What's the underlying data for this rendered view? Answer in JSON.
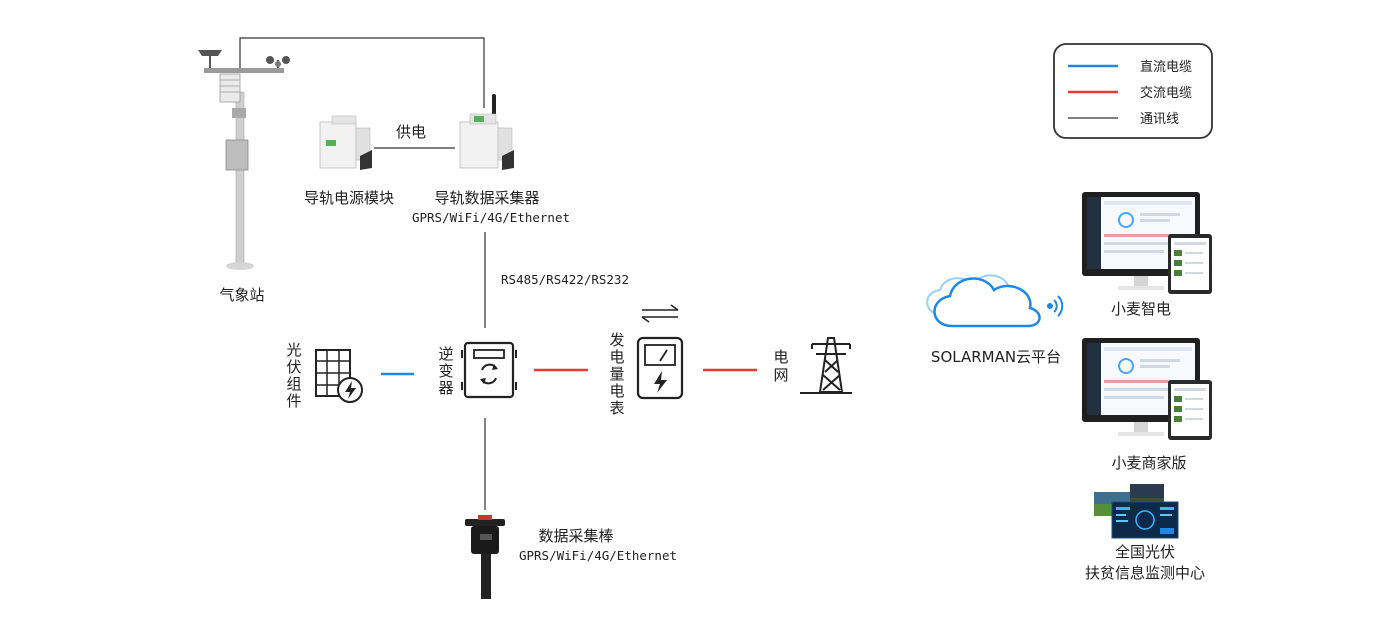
{
  "legend": {
    "dc": {
      "label": "直流电缆",
      "color": "#1e88e5"
    },
    "ac": {
      "label": "交流电缆",
      "color": "#e53935"
    },
    "comm": {
      "label": "通讯线",
      "color": "#333333"
    }
  },
  "nodes": {
    "weather_station": "气象站",
    "rail_power": "导轨电源模块",
    "power_supply": "供电",
    "rail_collector": "导轨数据采集器",
    "rail_collector_sub": "GPRS/WiFi/4G/Ethernet",
    "rs_protocols": "RS485/RS422/RS232",
    "pv": [
      "光",
      "伏",
      "组",
      "件"
    ],
    "inverter": [
      "逆",
      "变",
      "器"
    ],
    "meter": [
      "发",
      "电",
      "量",
      "电",
      "表"
    ],
    "grid": [
      "电",
      "网"
    ],
    "stick": "数据采集棒",
    "stick_sub": "GPRS/WiFi/4G/Ethernet",
    "cloud": "SOLARMAN云平台",
    "app1": "小麦智电",
    "app2": "小麦商家版",
    "center_line1": "全国光伏",
    "center_line2": "扶贫信息监测中心"
  },
  "icons": {
    "weather_station": "weather-station-icon",
    "rail_power": "rail-power-module-icon",
    "rail_collector": "rail-data-collector-icon",
    "pv": "solar-panel-icon",
    "inverter": "inverter-icon",
    "meter": "energy-meter-icon",
    "grid": "power-tower-icon",
    "bidirectional": "bidirectional-arrows-icon",
    "stick": "data-stick-icon",
    "cloud": "cloud-icon",
    "wifi": "wireless-signal-icon",
    "monitor": "monitor-tablet-icon",
    "dashboard": "dashboard-screen-icon"
  }
}
